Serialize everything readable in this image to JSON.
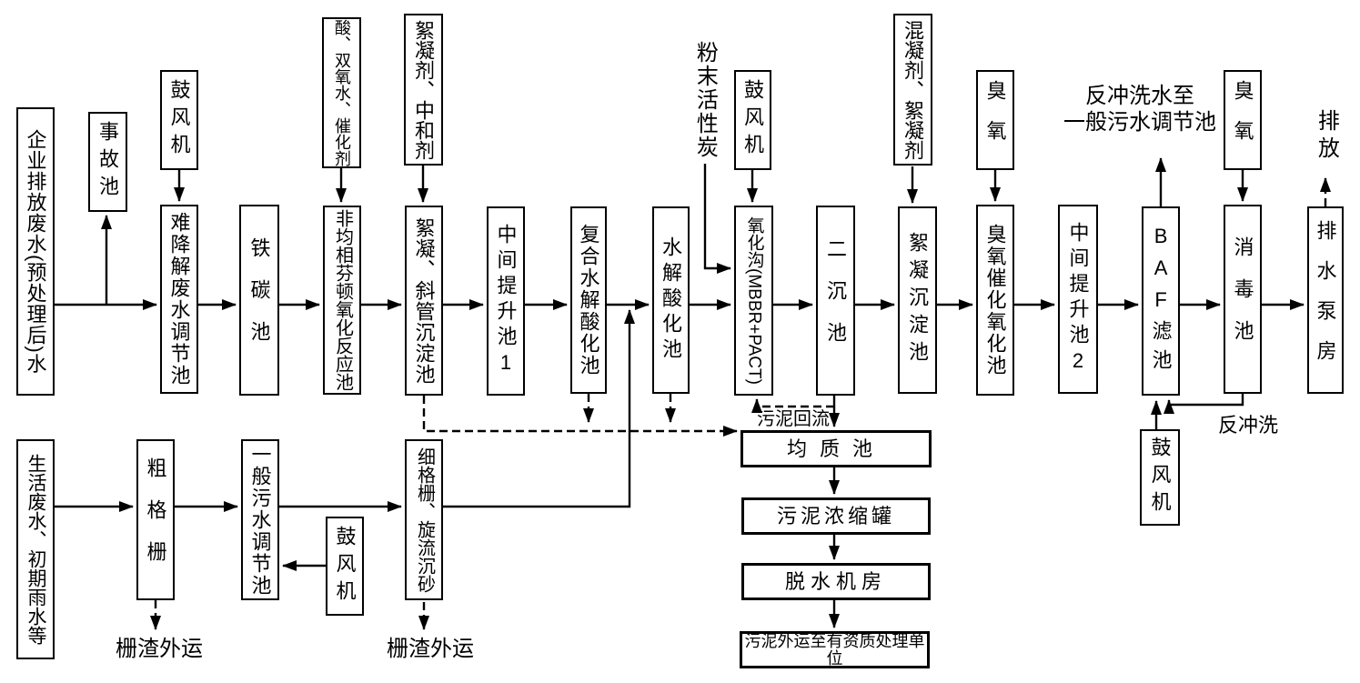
{
  "diagram": {
    "type": "process-flow-diagram",
    "subject": "wastewater treatment process flow"
  },
  "colors": {
    "background": "#ffffff",
    "line": "#000000",
    "box_border": "#000000",
    "box_fill": "#ffffff",
    "text": "#000000"
  },
  "boxes": {
    "src_industrial": {
      "label": "企业排放废水(预处理后)水"
    },
    "accident": {
      "label": "事故池"
    },
    "blower1": {
      "label": "鼓风机"
    },
    "adjust_hard": {
      "label": "难降解废水调节池"
    },
    "iron_carbon": {
      "label": "铁碳池"
    },
    "reagent_acid": {
      "label": "酸、双氧水、催化剂"
    },
    "fenton": {
      "label": "非均相芬顿氧化反应池"
    },
    "reagent_floc_neutral": {
      "label": "絮凝剂、中和剂"
    },
    "floc_incline": {
      "label": "絮凝、斜管沉淀池"
    },
    "lift1": {
      "label": "中间提升池1"
    },
    "complex_hydrolysis": {
      "label": "复合水解酸化池"
    },
    "hydrolysis": {
      "label": "水解酸化池"
    },
    "blower2": {
      "label": "鼓风机"
    },
    "oxidation_ditch": {
      "label": "氧化沟(MBBR+PACT)"
    },
    "secondary_clarifier": {
      "label": "二沉池"
    },
    "reagent_coag_floc": {
      "label": "混凝剂、絮凝剂"
    },
    "floc_sediment": {
      "label": "絮凝沉淀池"
    },
    "ozone1": {
      "label": "臭氧"
    },
    "ozone_catalytic": {
      "label": "臭氧催化氧化池"
    },
    "lift2": {
      "label": "中间提升池2"
    },
    "baf": {
      "label": "BAF滤池"
    },
    "ozone2": {
      "label": "臭氧"
    },
    "disinfection": {
      "label": "消毒池"
    },
    "pump_house": {
      "label": "排水泵房"
    },
    "domestic": {
      "label": "生活废水、初期雨水等"
    },
    "coarse_screen": {
      "label": "粗格栅"
    },
    "general_adjust": {
      "label": "一般污水调节池"
    },
    "blower3": {
      "label": "鼓风机"
    },
    "fine_screen": {
      "label": "细格栅、旋流沉砂"
    },
    "blower4": {
      "label": "鼓风机"
    },
    "homogenize": {
      "label": "均质池"
    },
    "thickener": {
      "label": "污泥浓缩罐"
    },
    "dewatering": {
      "label": "脱水机房"
    },
    "sludge_out": {
      "label": "污泥外运至有资质处理单位"
    }
  },
  "labels": {
    "powder_carbon": "粉末活性炭",
    "backwash_dest_line1": "反冲洗水至",
    "backwash_dest_line2": "一般污水调节池",
    "discharge": "排放",
    "sludge_return": "污泥回流",
    "backwash": "反冲洗",
    "screen_residue_left": "栅渣外运",
    "screen_residue_right": "栅渣外运"
  },
  "edges": [
    {
      "from": "src_industrial",
      "to": "adjust_hard",
      "style": "solid"
    },
    {
      "from": "src_industrial",
      "to": "accident",
      "style": "solid"
    },
    {
      "from": "blower1",
      "to": "adjust_hard",
      "style": "solid"
    },
    {
      "from": "adjust_hard",
      "to": "iron_carbon",
      "style": "solid"
    },
    {
      "from": "iron_carbon",
      "to": "fenton",
      "style": "solid"
    },
    {
      "from": "reagent_acid",
      "to": "fenton",
      "style": "solid"
    },
    {
      "from": "fenton",
      "to": "floc_incline",
      "style": "solid"
    },
    {
      "from": "reagent_floc_neutral",
      "to": "floc_incline",
      "style": "solid"
    },
    {
      "from": "floc_incline",
      "to": "lift1",
      "style": "solid"
    },
    {
      "from": "lift1",
      "to": "complex_hydrolysis",
      "style": "solid"
    },
    {
      "from": "complex_hydrolysis",
      "to": "hydrolysis",
      "style": "solid"
    },
    {
      "from": "hydrolysis",
      "to": "oxidation_ditch",
      "style": "solid"
    },
    {
      "from": "powder_carbon",
      "to": "oxidation_ditch",
      "style": "solid"
    },
    {
      "from": "blower2",
      "to": "oxidation_ditch",
      "style": "solid"
    },
    {
      "from": "oxidation_ditch",
      "to": "secondary_clarifier",
      "style": "solid"
    },
    {
      "from": "secondary_clarifier",
      "to": "floc_sediment",
      "style": "solid"
    },
    {
      "from": "reagent_coag_floc",
      "to": "floc_sediment",
      "style": "solid"
    },
    {
      "from": "floc_sediment",
      "to": "ozone_catalytic",
      "style": "solid"
    },
    {
      "from": "ozone1",
      "to": "ozone_catalytic",
      "style": "solid"
    },
    {
      "from": "ozone_catalytic",
      "to": "lift2",
      "style": "solid"
    },
    {
      "from": "lift2",
      "to": "baf",
      "style": "solid"
    },
    {
      "from": "baf",
      "to": "disinfection",
      "style": "solid"
    },
    {
      "from": "baf",
      "to": "backwash_dest",
      "style": "solid"
    },
    {
      "from": "blower4",
      "to": "baf",
      "style": "solid"
    },
    {
      "from": "disinfection",
      "to": "baf",
      "style": "solid",
      "label": "反冲洗"
    },
    {
      "from": "ozone2",
      "to": "disinfection",
      "style": "solid"
    },
    {
      "from": "disinfection",
      "to": "pump_house",
      "style": "solid"
    },
    {
      "from": "pump_house",
      "to": "discharge",
      "style": "dashed"
    },
    {
      "from": "secondary_clarifier",
      "to": "oxidation_ditch",
      "style": "dashed",
      "label": "污泥回流"
    },
    {
      "from": "secondary_clarifier",
      "to": "homogenize",
      "style": "solid"
    },
    {
      "from": "floc_incline",
      "to": "homogenize",
      "style": "dashed"
    },
    {
      "from": "complex_hydrolysis",
      "to": "homogenize",
      "style": "dashed"
    },
    {
      "from": "hydrolysis",
      "to": "homogenize",
      "style": "dashed"
    },
    {
      "from": "homogenize",
      "to": "thickener",
      "style": "solid"
    },
    {
      "from": "thickener",
      "to": "dewatering",
      "style": "solid"
    },
    {
      "from": "dewatering",
      "to": "sludge_out",
      "style": "solid"
    },
    {
      "from": "domestic",
      "to": "coarse_screen",
      "style": "solid"
    },
    {
      "from": "coarse_screen",
      "to": "general_adjust",
      "style": "solid"
    },
    {
      "from": "blower3",
      "to": "general_adjust",
      "style": "solid"
    },
    {
      "from": "general_adjust",
      "to": "fine_screen",
      "style": "solid"
    },
    {
      "from": "fine_screen",
      "to": "hydrolysis",
      "style": "solid"
    },
    {
      "from": "coarse_screen",
      "to": "screen_residue_left",
      "style": "dashed"
    },
    {
      "from": "fine_screen",
      "to": "screen_residue_right",
      "style": "dashed"
    }
  ]
}
